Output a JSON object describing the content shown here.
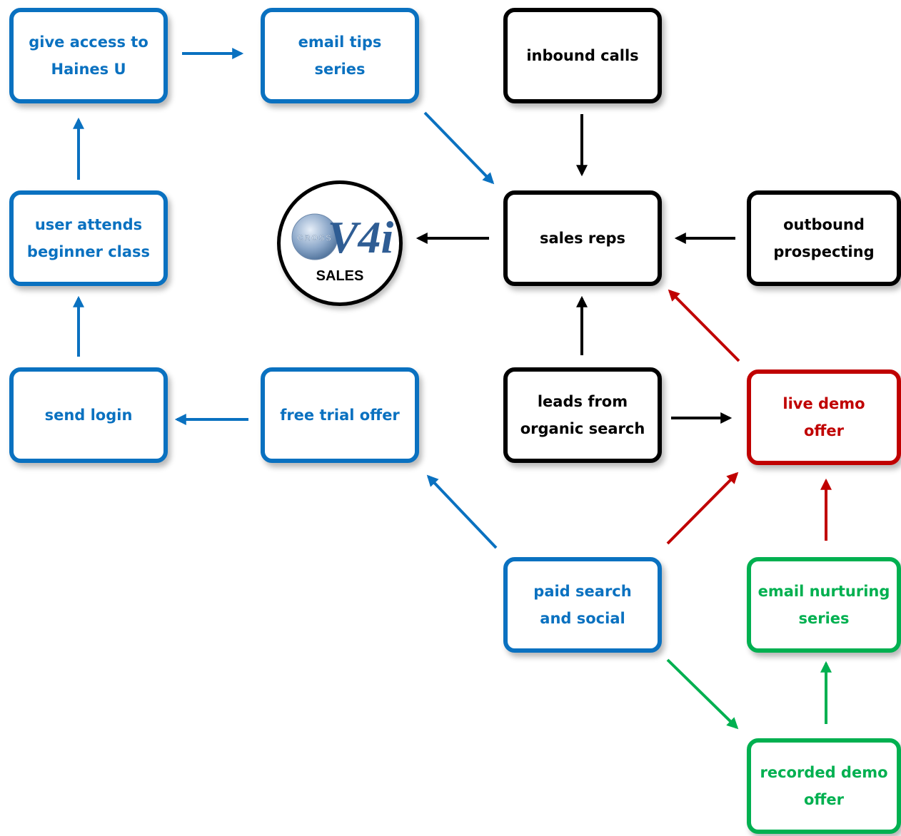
{
  "nodes": {
    "give_access": "give access to\nHaines U",
    "email_tips": "email tips\nseries",
    "inbound_calls": "inbound calls",
    "user_attends": "user attends\nbeginner class",
    "sales_reps": "sales reps",
    "outbound": "outbound\nprospecting",
    "send_login": "send login",
    "free_trial": "free trial offer",
    "leads_organic": "leads from\norganic search",
    "live_demo": "live demo\noffer",
    "paid_search": "paid search\nand social",
    "email_nurturing": "email nurturing\nseries",
    "recorded_demo": "recorded demo\noffer"
  },
  "logo": {
    "wordmark": "V4i",
    "ring_text": "CROSS",
    "label": "SALES"
  },
  "colors": {
    "blue": "#0a71c0",
    "black": "#000000",
    "red": "#c00000",
    "green": "#00b050"
  }
}
